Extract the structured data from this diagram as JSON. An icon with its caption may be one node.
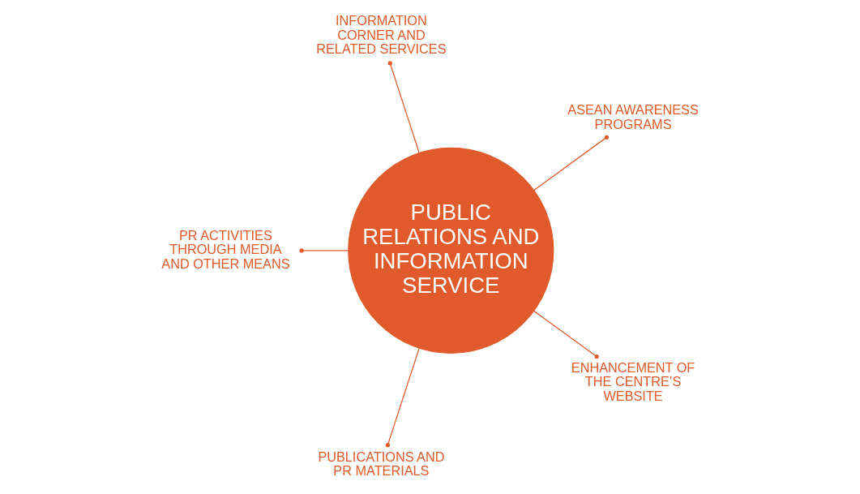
{
  "diagram": {
    "nodes": [
      {
        "text": [
          "PUBLIC RELATIONS AND INFORMATION SERVICE"
        ]
      },
      {
        "text": [
          "ASEAN AWARENESS PROGRAMS"
        ]
      },
      {
        "text": [
          "INFORMATION CORNER AND RELATED SERVICES"
        ]
      },
      {
        "text": [
          "PR ACTIVITIES THROUGH MEDIA AND OTHER MEANS"
        ]
      },
      {
        "text": [
          "PUBLICATIONS AND PR MATERIALS"
        ]
      },
      {
        "text": [
          "ENHANCEMENT OF THE CENTRE’S WEBSITE"
        ]
      }
    ],
    "edges": [
      {
        "from": 0,
        "to": 1,
        "arrow": "other"
      },
      {
        "from": 0,
        "to": 2,
        "arrow": "other"
      },
      {
        "from": 0,
        "to": 3,
        "arrow": "other"
      },
      {
        "from": 0,
        "to": 4,
        "arrow": "other"
      },
      {
        "from": 0,
        "to": 5,
        "arrow": "other"
      }
    ]
  }
}
